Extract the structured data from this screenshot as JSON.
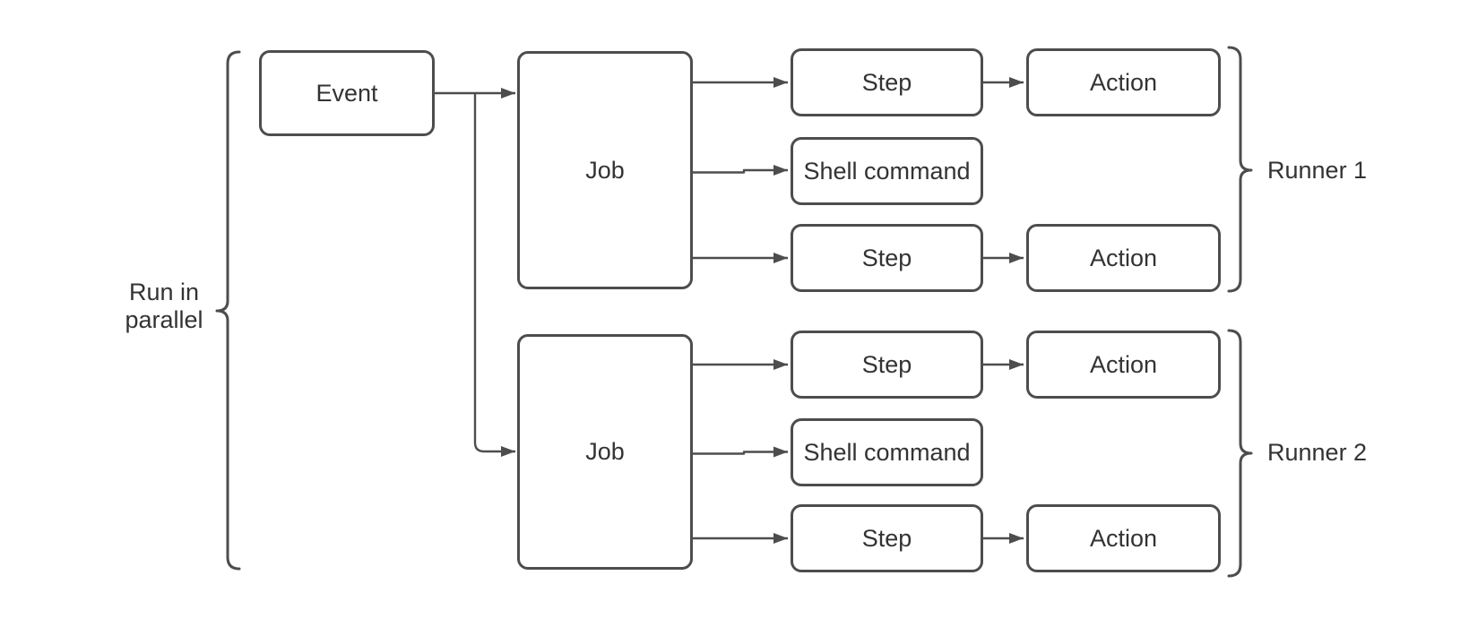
{
  "diagram": {
    "background": "#ffffff",
    "stroke_color": "#4d4d4d",
    "text_color": "#333333",
    "nodes": [
      {
        "id": "event",
        "label": "Event"
      },
      {
        "id": "job-1",
        "label": "Job"
      },
      {
        "id": "job-2",
        "label": "Job"
      },
      {
        "id": "step-1",
        "label": "Step"
      },
      {
        "id": "shell-command-1",
        "label": "Shell command"
      },
      {
        "id": "step-2",
        "label": "Step"
      },
      {
        "id": "action-1",
        "label": "Action"
      },
      {
        "id": "action-2",
        "label": "Action"
      },
      {
        "id": "step-3",
        "label": "Step"
      },
      {
        "id": "shell-command-2",
        "label": "Shell command"
      },
      {
        "id": "step-4",
        "label": "Step"
      },
      {
        "id": "action-3",
        "label": "Action"
      },
      {
        "id": "action-4",
        "label": "Action"
      }
    ],
    "edges": [
      {
        "from": "event",
        "to": "job-1"
      },
      {
        "from": "event",
        "to": "job-2"
      },
      {
        "from": "job-1",
        "to": "step-1"
      },
      {
        "from": "job-1",
        "to": "shell-command-1"
      },
      {
        "from": "job-1",
        "to": "step-2"
      },
      {
        "from": "step-1",
        "to": "action-1"
      },
      {
        "from": "step-2",
        "to": "action-2"
      },
      {
        "from": "job-2",
        "to": "step-3"
      },
      {
        "from": "job-2",
        "to": "shell-command-2"
      },
      {
        "from": "job-2",
        "to": "step-4"
      },
      {
        "from": "step-3",
        "to": "action-3"
      },
      {
        "from": "step-4",
        "to": "action-4"
      }
    ],
    "annotations": [
      {
        "id": "run-in-parallel",
        "label": "Run in parallel",
        "side": "left"
      },
      {
        "id": "runner-1",
        "label": "Runner 1",
        "side": "right"
      },
      {
        "id": "runner-2",
        "label": "Runner 2",
        "side": "right"
      }
    ]
  }
}
